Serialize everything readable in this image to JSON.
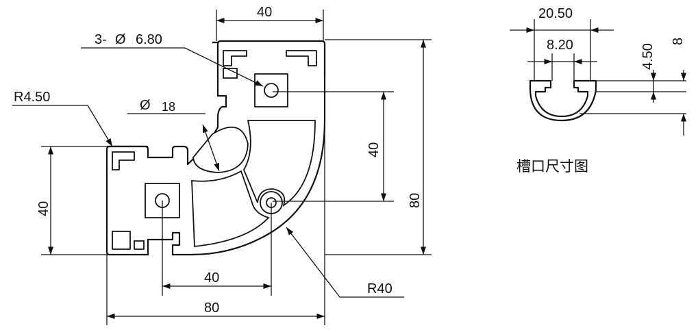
{
  "drawing": {
    "dims": {
      "top_width": "40",
      "hole_dia": "3-",
      "hole_dia_value": "6.80",
      "radius_corner": "R4.50",
      "center_dia_value": "18",
      "right_inner_height": "40",
      "right_total_height": "80",
      "left_height": "40",
      "bottom_inner": "40",
      "bottom_total": "80",
      "arc_radius": "R40",
      "dia_symbol": "Ø"
    },
    "slot_detail": {
      "width_outer": "20.50",
      "width_inner": "8.20",
      "depth_small": "4.50",
      "depth_total": "8",
      "caption": "槽口尺寸图"
    }
  }
}
